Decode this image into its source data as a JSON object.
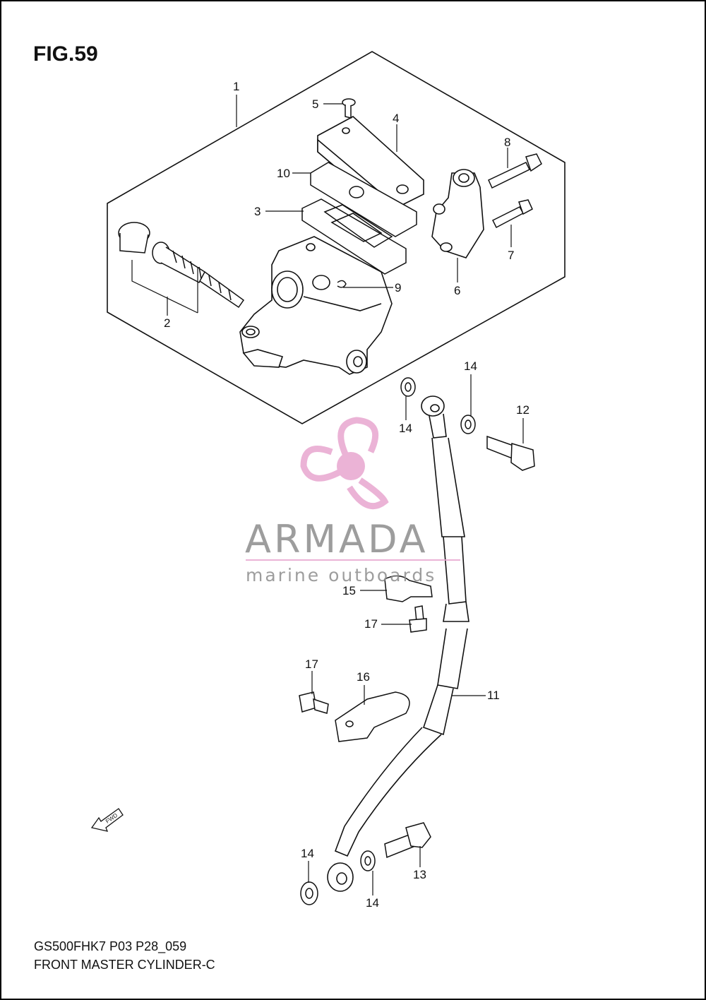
{
  "figure": {
    "title": "FIG.59",
    "code": "GS500FHK7 P03 P28_059",
    "caption": "FRONT MASTER CYLINDER-C"
  },
  "callouts": [
    {
      "id": "c1",
      "label": "1"
    },
    {
      "id": "c2",
      "label": "2"
    },
    {
      "id": "c3",
      "label": "3"
    },
    {
      "id": "c4",
      "label": "4"
    },
    {
      "id": "c5",
      "label": "5"
    },
    {
      "id": "c6",
      "label": "6"
    },
    {
      "id": "c7",
      "label": "7"
    },
    {
      "id": "c8",
      "label": "8"
    },
    {
      "id": "c9",
      "label": "9"
    },
    {
      "id": "c10",
      "label": "10"
    },
    {
      "id": "c11",
      "label": "11"
    },
    {
      "id": "c12",
      "label": "12"
    },
    {
      "id": "c13",
      "label": "13"
    },
    {
      "id": "c14a",
      "label": "14"
    },
    {
      "id": "c14b",
      "label": "14"
    },
    {
      "id": "c14c",
      "label": "14"
    },
    {
      "id": "c14d",
      "label": "14"
    },
    {
      "id": "c15",
      "label": "15"
    },
    {
      "id": "c16",
      "label": "16"
    },
    {
      "id": "c17a",
      "label": "17"
    },
    {
      "id": "c17b",
      "label": "17"
    }
  ],
  "fwd_label": "FWD",
  "watermark": {
    "brand": "ARMADA",
    "tagline": "marine outboards",
    "brand_color": "#8c8c8c",
    "accent_color": "#e8a6cf"
  }
}
